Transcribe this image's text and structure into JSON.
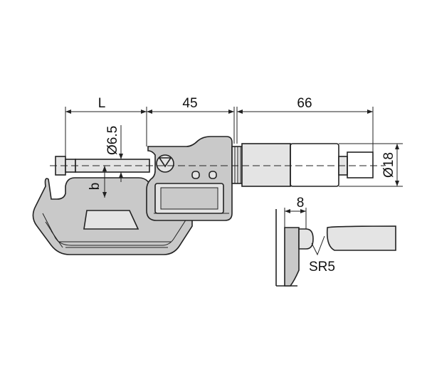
{
  "labels": {
    "L": "L",
    "dim45": "45",
    "dim66": "66",
    "dia65": "Ø6.5",
    "b": "b",
    "dia18": "Ø18",
    "dim8": "8",
    "sr5": "SR5"
  },
  "colors": {
    "body": "#c9c9c9",
    "light": "#e4e4e4",
    "stroke": "#222222"
  }
}
